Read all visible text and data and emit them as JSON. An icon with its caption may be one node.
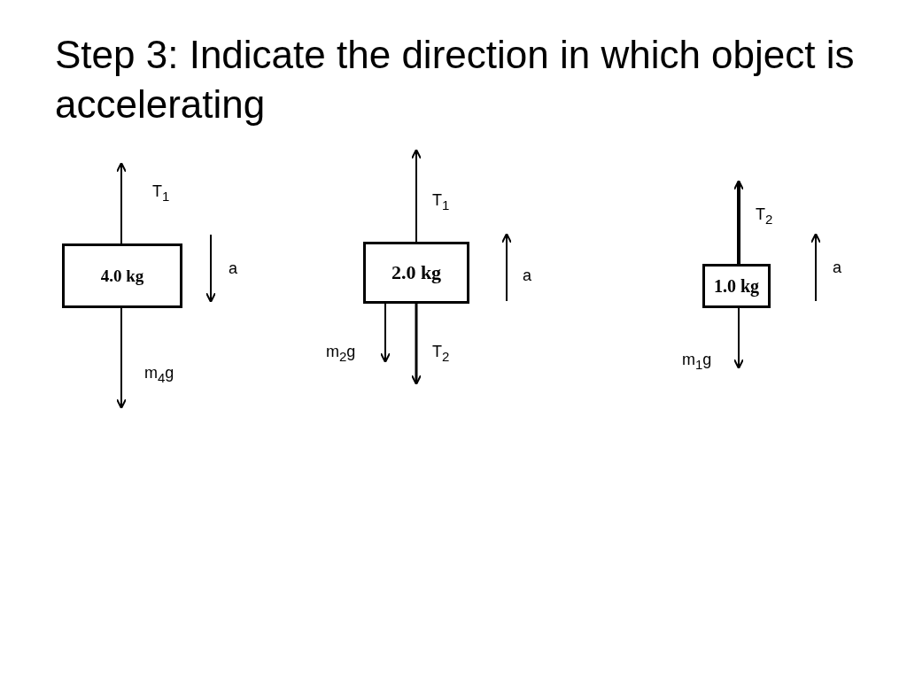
{
  "diagram": {
    "title": "Step 3:  Indicate the direction in which object is accelerating",
    "nodes": [
      {
        "text": [
          "4.0 kg"
        ]
      },
      {
        "text": [
          "2.0 kg"
        ]
      },
      {
        "text": [
          "1.0 kg"
        ]
      }
    ],
    "labels": [
      "T$_{1}$",
      "a",
      "m$_{4}$g",
      "T$_{1}$",
      "a",
      "m$_{2}$g",
      "T$_{2}$",
      "T$_{2}$",
      "a",
      "m$_{1}$g"
    ]
  }
}
